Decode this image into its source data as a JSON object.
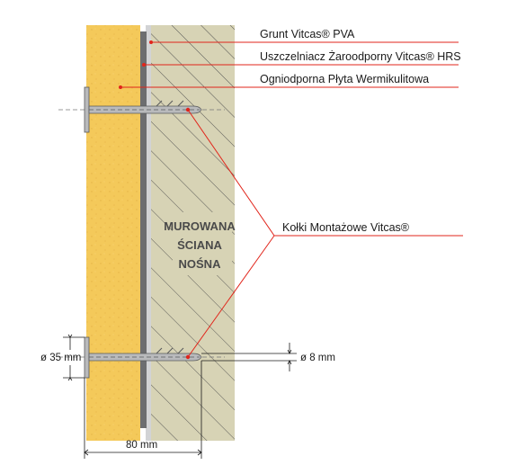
{
  "labels": {
    "grunt": "Grunt Vitcas® PVA",
    "uszczelniacz": "Uszczelniacz Żaroodporny Vitcas® HRS",
    "plyta": "Ogniodporna Płyta Wermikulitowa",
    "kolki": "Kołki Montażowe Vitcas®"
  },
  "wall_label": [
    "MUROWANA",
    "ŚCIANA",
    "NOŚNA"
  ],
  "dimensions": {
    "head_diameter": "ø 35 mm",
    "shank_diameter": "ø 8 mm",
    "anchor_length": "80 mm"
  },
  "colors": {
    "board": "#f4c95a",
    "wall": "#d7d3b5",
    "sealant": "#6d6e70",
    "primer": "#d2d3d5",
    "leader": "#e1251b",
    "anchor": "#b9babc"
  }
}
